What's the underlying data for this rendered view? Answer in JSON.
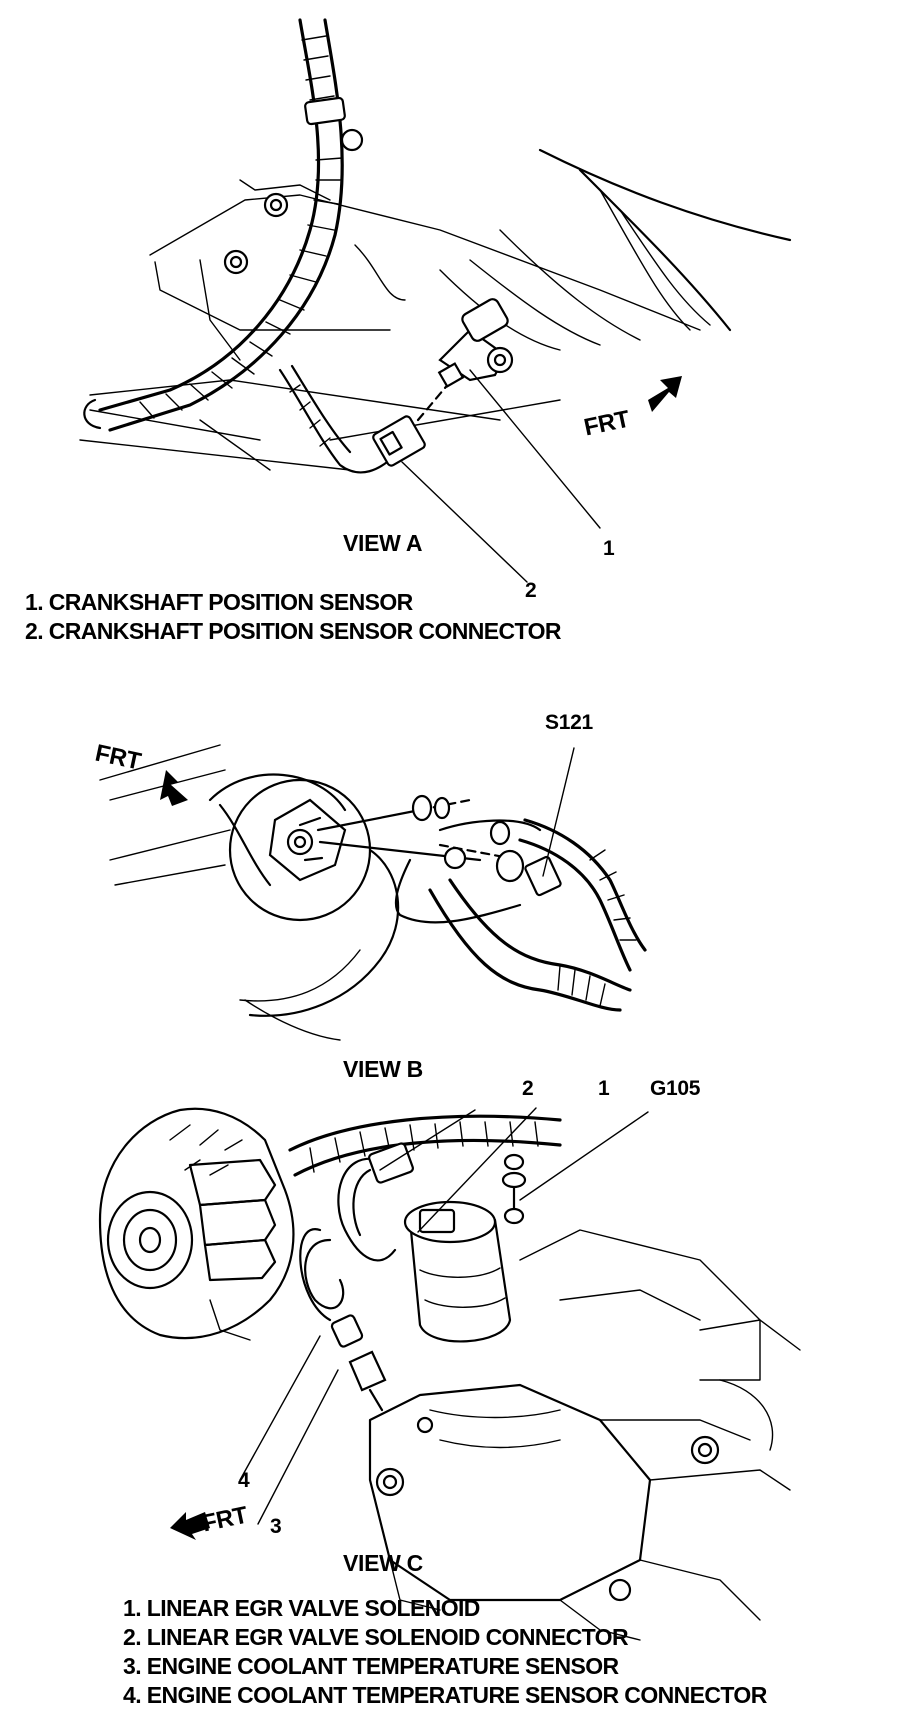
{
  "view_a": {
    "title": "VIEW  A",
    "frt": "FRT",
    "callouts": [
      "1",
      "2"
    ],
    "legend": [
      "1. CRANKSHAFT POSITION SENSOR",
      "2. CRANKSHAFT POSITION SENSOR CONNECTOR"
    ]
  },
  "view_b": {
    "title": "VIEW  B",
    "frt": "FRT",
    "callouts": [
      "S121"
    ]
  },
  "view_c": {
    "title": "VIEW  C",
    "frt": "FRT",
    "callouts": [
      "2",
      "1",
      "G105",
      "4",
      "3"
    ],
    "legend": [
      "1. LINEAR EGR VALVE SOLENOID",
      "2. LINEAR EGR VALVE SOLENOID CONNECTOR",
      "3. ENGINE COOLANT TEMPERATURE SENSOR",
      "4. ENGINE COOLANT TEMPERATURE SENSOR CONNECTOR"
    ]
  },
  "colors": {
    "ink": "#000000",
    "paper": "#ffffff"
  },
  "icons": [
    "frt-arrow-icon"
  ]
}
